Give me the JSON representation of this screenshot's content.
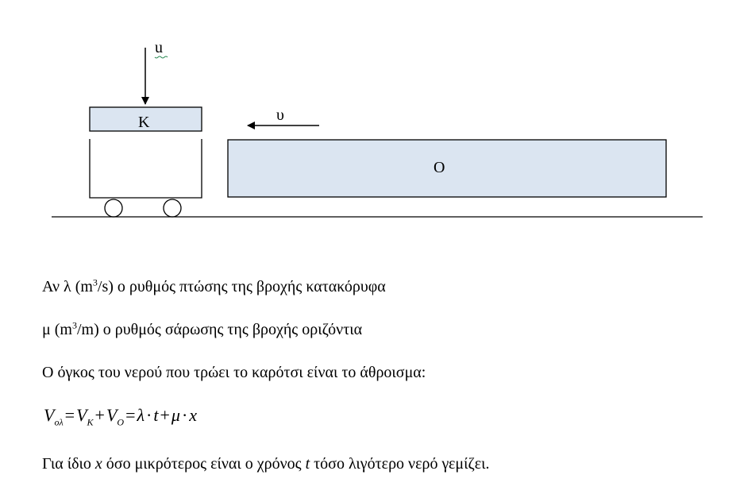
{
  "diagram": {
    "label_u": "u",
    "label_v": "υ",
    "block_k_label": "K",
    "block_o_label": "O",
    "fill_color": "#dbe5f1",
    "line_color": "#000000"
  },
  "text": {
    "line1": {
      "pre": "Αν λ (m",
      "sup": "3",
      "post": "/s) ο ρυθμός πτώσης της βροχής κατακόρυφα"
    },
    "line2": {
      "pre": "μ (m",
      "sup": "3",
      "post": "/m) ο ρυθμός σάρωσης της βροχής οριζόντια"
    },
    "line3": "Ο όγκος του νερού που τρώει το καρότσι είναι το άθροισμα:",
    "formula": {
      "v": "V",
      "sub_total": "ολ",
      "eq": "=",
      "sub_k": "K",
      "plus": "+",
      "sub_o": "O",
      "lambda": "λ",
      "dot": "·",
      "t": "t",
      "mu": "μ",
      "x": "x"
    },
    "line4": {
      "a": "Για ίδιο ",
      "x": "x",
      "b": " όσο μικρότερος είναι ο χρόνος ",
      "t": "t",
      "c": " τόσο λιγότερο νερό γεμίζει."
    }
  }
}
